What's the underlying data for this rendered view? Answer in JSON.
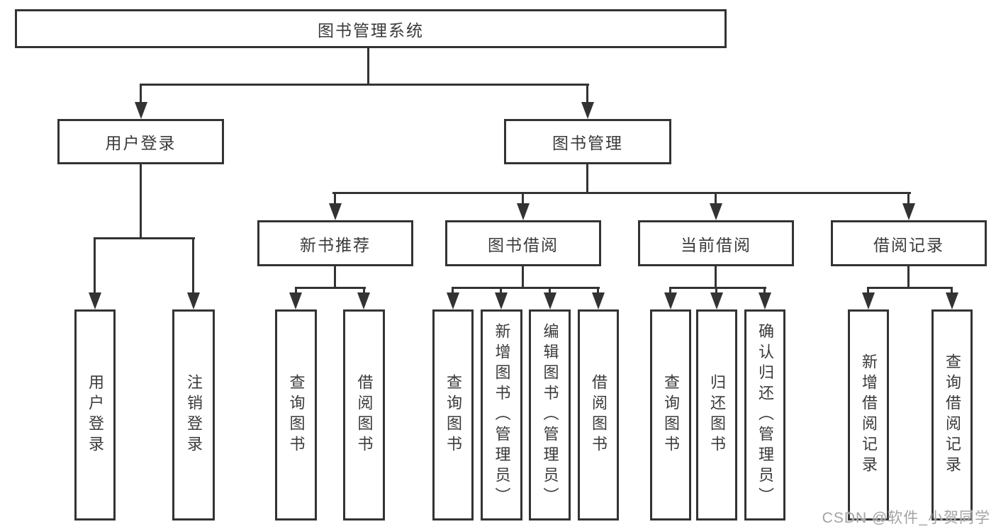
{
  "colors": {
    "line": "#333333",
    "text": "#3a3a3a",
    "watermark": "#a3a3a3",
    "background": "#ffffff"
  },
  "watermark": "CSDN @软件_小贺同学",
  "tree": {
    "root": {
      "label": "图书管理系统"
    },
    "branches": [
      {
        "label": "用户登录",
        "children": [
          {
            "label": "用户登录"
          },
          {
            "label": "注销登录"
          }
        ]
      },
      {
        "label": "图书管理",
        "children": [
          {
            "label": "新书推荐",
            "children": [
              {
                "label": "查询图书"
              },
              {
                "label": "借阅图书"
              }
            ]
          },
          {
            "label": "图书借阅",
            "children": [
              {
                "label": "查询图书"
              },
              {
                "label": "新增图书（管理员）"
              },
              {
                "label": "编辑图书（管理员）"
              },
              {
                "label": "借阅图书"
              }
            ]
          },
          {
            "label": "当前借阅",
            "children": [
              {
                "label": "查询图书"
              },
              {
                "label": "归还图书"
              },
              {
                "label": "确认归还（管理员）"
              }
            ]
          },
          {
            "label": "借阅记录",
            "children": [
              {
                "label": "新增借阅记录"
              },
              {
                "label": "查询借阅记录"
              }
            ]
          }
        ]
      }
    ]
  }
}
